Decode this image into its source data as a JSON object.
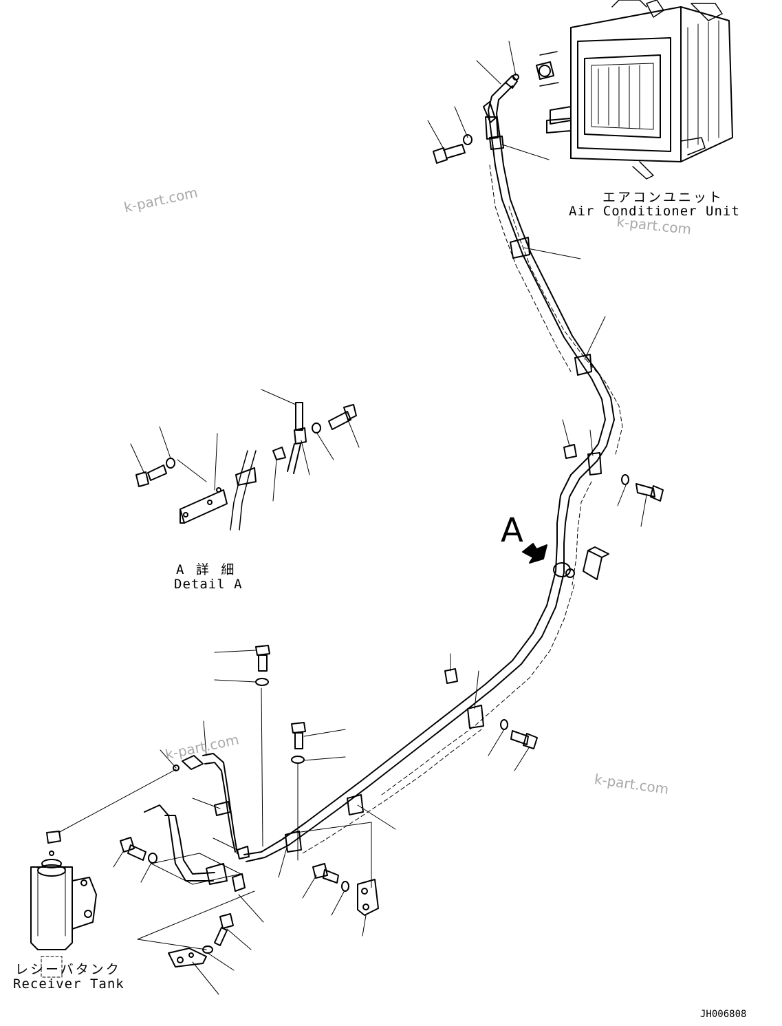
{
  "labels": {
    "air_conditioner_jp": "エアコンユニット",
    "air_conditioner_en": "Air Conditioner Unit",
    "detail_jp": "A 詳 細",
    "detail_en": "Detail A",
    "receiver_jp": "レシーバタンク",
    "receiver_en": "Receiver Tank",
    "view_marker": "A",
    "drawing_code": "JH006808"
  },
  "watermarks": [
    "k-part.com",
    "k-part.com",
    "k-part.com",
    "k-part.com"
  ],
  "icons": {
    "view_arrow": "view-arrow-icon"
  }
}
